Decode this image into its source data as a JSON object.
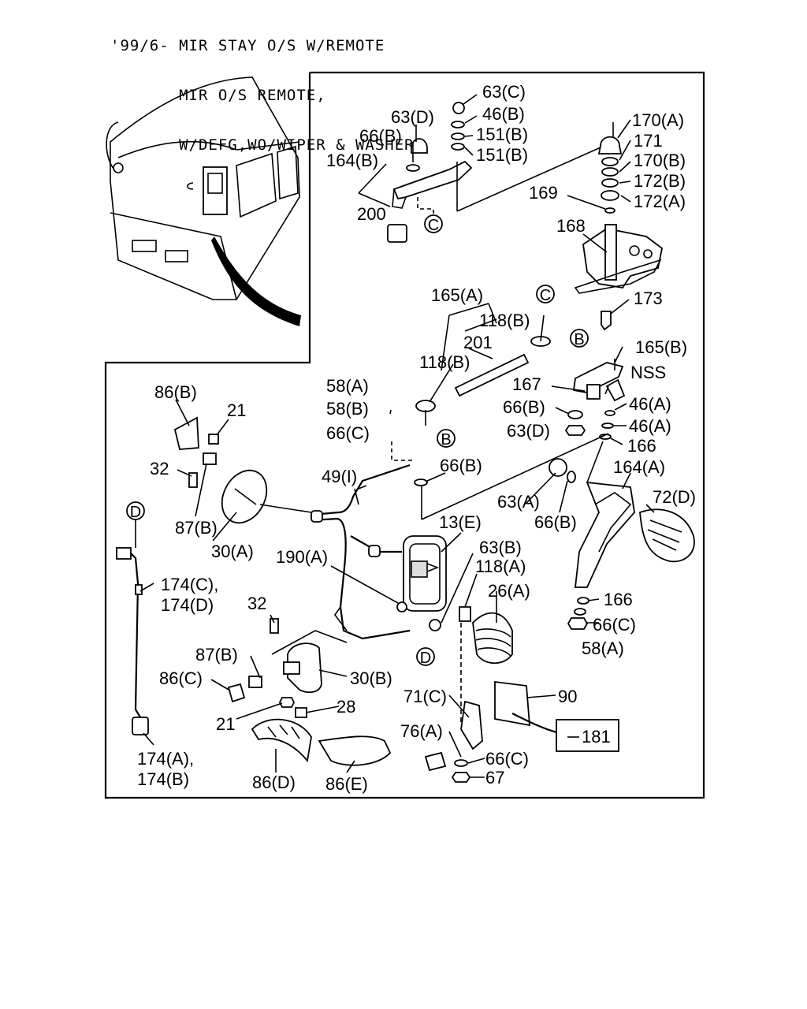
{
  "header": {
    "lines": [
      "'99/6- MIR STAY O/S W/REMOTE",
      "       MIR O/S REMOTE,",
      "       W/DEFG,WO/WIPER & WASHER"
    ]
  },
  "callouts": {
    "c63C": "63(C)",
    "c46B_top": "46(B)",
    "c63D_top": "63(D)",
    "c151B_1": "151(B)",
    "c66B_top": "66(B)",
    "c151B_2": "151(B)",
    "c164B": "164(B)",
    "c200": "200",
    "c170A": "170(A)",
    "c171": "171",
    "c170B": "170(B)",
    "c172B": "172(B)",
    "c169": "169",
    "c172A": "172(A)",
    "c168": "168",
    "c173": "173",
    "c165A": "165(A)",
    "c118B_r": "118(B)",
    "c201": "201",
    "c118B_l": "118(B)",
    "c165B": "165(B)",
    "cNSS": "NSS",
    "c58A_top": "58(A)",
    "c58B": "58(B)",
    "c66C_top": "66(C)",
    "c167": "167",
    "c66B_mid": "66(B)",
    "c63D_mid": "63(D)",
    "c46A_1": "46(A)",
    "c46A_2": "46(A)",
    "c166_top": "166",
    "c86B": "86(B)",
    "c21_top": "21",
    "c32_top": "32",
    "c87B_top": "87(B)",
    "c30A": "30(A)",
    "c49I": "49(I)",
    "c66B_arm": "66(B)",
    "c164A": "164(A)",
    "c63A": "63(A)",
    "c72D": "72(D)",
    "c66B_low": "66(B)",
    "c13E": "13(E)",
    "c63B": "63(B)",
    "c190A": "190(A)",
    "c118A": "118(A)",
    "c26A": "26(A)",
    "c174CD_1": "174(C),",
    "c174CD_2": "174(D)",
    "c166_low": "166",
    "c66C_low": "66(C)",
    "c58A_low": "58(A)",
    "c32_low": "32",
    "c87B_low": "87(B)",
    "c86C": "86(C)",
    "c30B": "30(B)",
    "c28": "28",
    "c21_low": "21",
    "c71C": "71(C)",
    "c90": "90",
    "c76A": "76(A)",
    "c66C_bot": "66(C)",
    "c181": "181",
    "c67": "67",
    "c174AB_1": "174(A),",
    "c174AB_2": "174(B)",
    "c86D": "86(D)",
    "c86E": "86(E)"
  },
  "markers": {
    "C_top": "C",
    "C_right": "C",
    "B_right": "B",
    "B_mid": "B",
    "D_left": "D",
    "D_mid": "D"
  }
}
